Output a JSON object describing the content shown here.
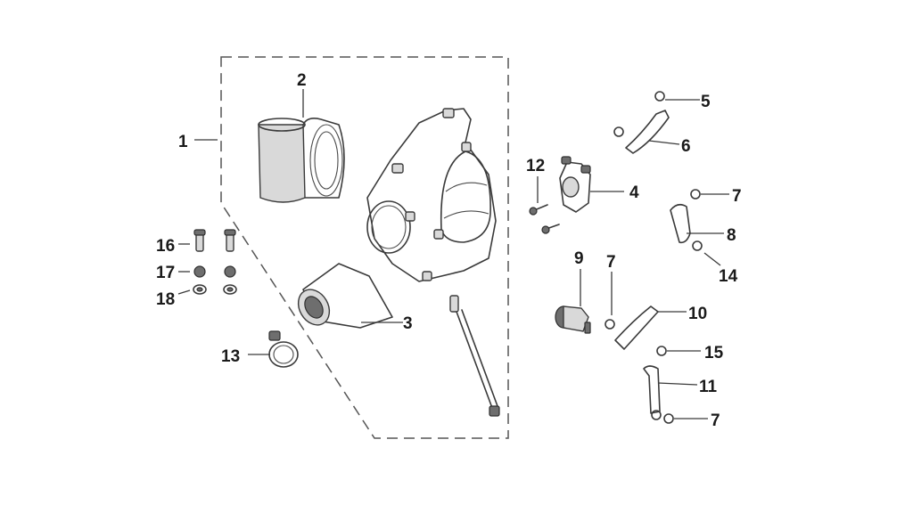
{
  "callouts": {
    "c1": "1",
    "c2": "2",
    "c3": "3",
    "c4": "4",
    "c5": "5",
    "c6": "6",
    "c7a": "7",
    "c7b": "7",
    "c7c": "7",
    "c8": "8",
    "c9": "9",
    "c10": "10",
    "c11": "11",
    "c12": "12",
    "c13": "13",
    "c14": "14",
    "c15": "15",
    "c16": "16",
    "c17": "17",
    "c18": "18"
  },
  "colors": {
    "line": "#3a3a3a",
    "fill": "#d9d9d9",
    "background": "#ffffff"
  }
}
